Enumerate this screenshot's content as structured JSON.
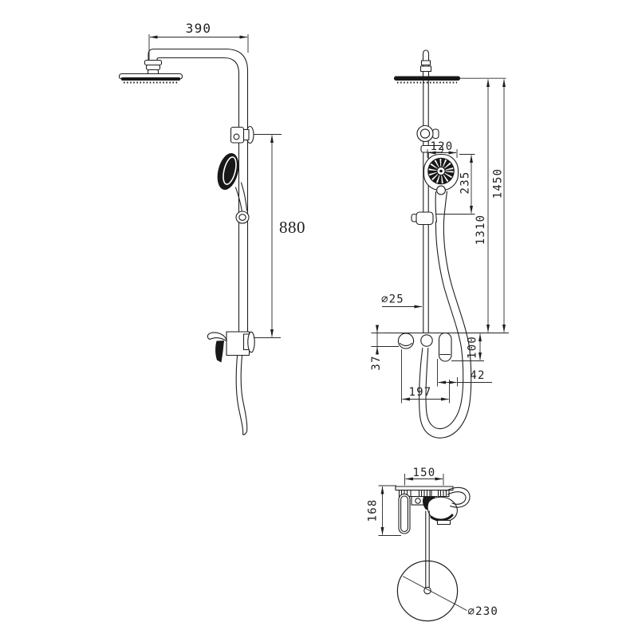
{
  "colors": {
    "line": "#1f1f1f",
    "background": "#ffffff",
    "dark_fill": "#181818"
  },
  "side_view": {
    "arm_width": "390",
    "slide_height": "880"
  },
  "front_view": {
    "head_width": "120",
    "handshower_length": "235",
    "mid_height": "1310",
    "total_height": "1450",
    "pipe_diameter": "⌀25",
    "wall_offset": "37",
    "valve_drop": "100",
    "outlet_offset": "42",
    "valve_span": "197"
  },
  "top_view": {
    "inlet_span": "150",
    "depth": "168",
    "head_diameter": "⌀230"
  }
}
